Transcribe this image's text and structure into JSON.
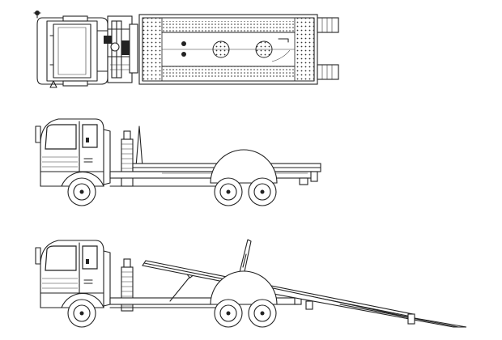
{
  "drawing": {
    "views": [
      "top-view",
      "side-view-flat-bed",
      "side-view-tilted-bed"
    ]
  }
}
